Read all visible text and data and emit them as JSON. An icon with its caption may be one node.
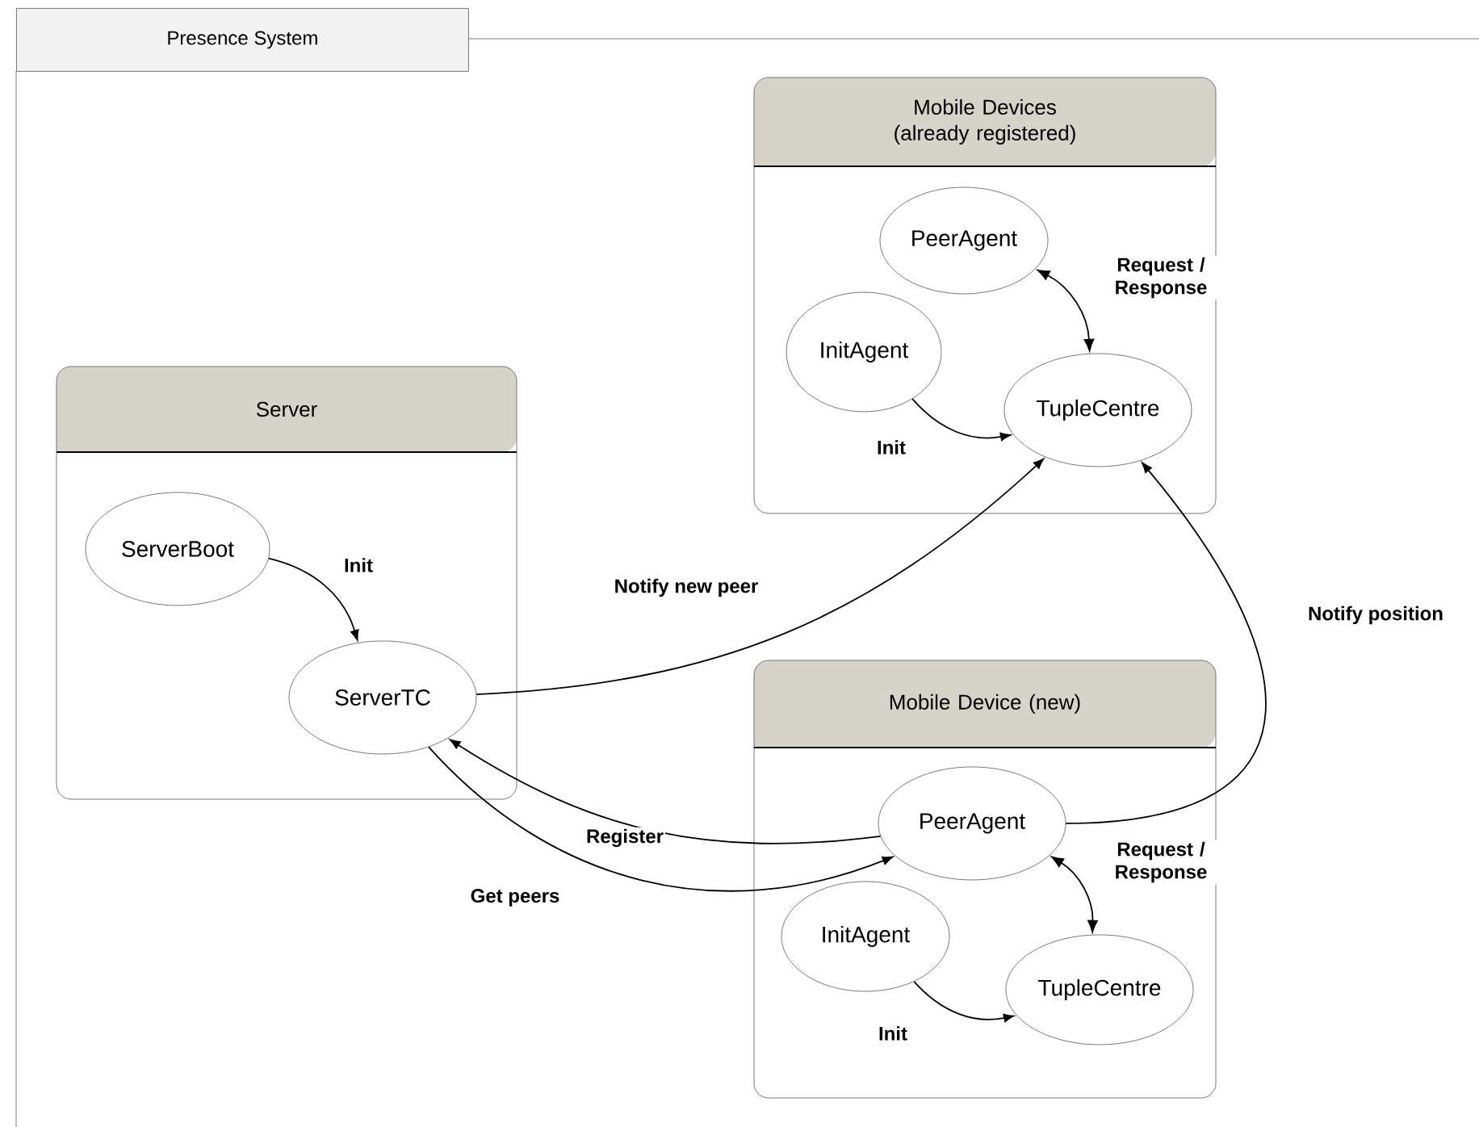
{
  "diagram": {
    "nodes": [
      {
        "text": [
          "Presence System"
        ]
      },
      {
        "text": [
          "Mobile Devices (already registered)"
        ],
        "in": 0
      },
      {
        "text": [
          "PeerAgent"
        ],
        "in": 1
      },
      {
        "text": [
          "InitAgent"
        ],
        "in": 1
      },
      {
        "text": [
          "TupleCentre"
        ],
        "in": 1
      },
      {
        "text": [
          "Server"
        ],
        "in": 0
      },
      {
        "text": [
          "ServerBoot"
        ],
        "in": 5
      },
      {
        "text": [
          "ServerTC"
        ],
        "in": 5
      },
      {
        "text": [
          "Mobile Device (new)"
        ],
        "in": 0
      },
      {
        "text": [
          "PeerAgent"
        ],
        "in": 8
      },
      {
        "text": [
          "InitAgent"
        ],
        "in": 8
      },
      {
        "text": [
          "TupleCentre"
        ],
        "in": 8
      }
    ],
    "edges": [
      {
        "from": 3,
        "to": 4,
        "arrow": "to",
        "label": "Init"
      },
      {
        "from": 2,
        "to": 4,
        "arrow": "both",
        "label": "Request / Response"
      },
      {
        "from": 6,
        "to": 7,
        "arrow": "to",
        "label": "Init"
      },
      {
        "from": 7,
        "to": 4,
        "arrow": "to",
        "label": "Notify new peer"
      },
      {
        "from": 9,
        "to": 4,
        "arrow": "to",
        "label": "Notify position"
      },
      {
        "from": 9,
        "to": 7,
        "arrow": "to",
        "label": "Register"
      },
      {
        "from": 7,
        "to": 9,
        "arrow": "to",
        "label": "Get peers"
      },
      {
        "from": 9,
        "to": 11,
        "arrow": "both",
        "label": "Request / Response"
      },
      {
        "from": 10,
        "to": 11,
        "arrow": "to",
        "label": "Init"
      }
    ]
  }
}
